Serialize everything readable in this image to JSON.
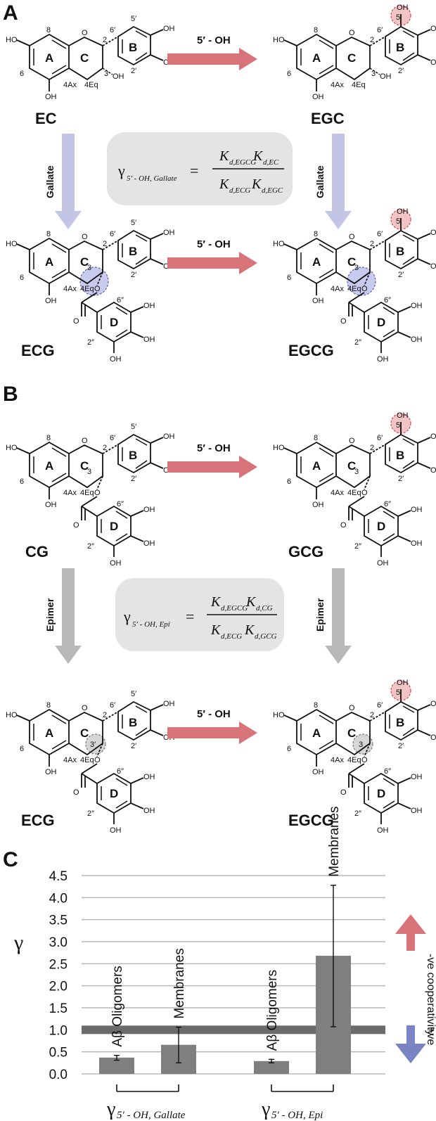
{
  "panel_a": {
    "letter": "A",
    "molecules": [
      "EC",
      "EGC",
      "ECG",
      "EGCG"
    ],
    "arrow_h": "5′ - OH",
    "arrow_v": "Gallate",
    "equation": {
      "gamma_sub": "5′ - OH, Gallate",
      "num1": "d,EGCG",
      "num2": "d,EC",
      "den1": "d,ECG",
      "den2": "d,EGC"
    }
  },
  "panel_b": {
    "letter": "B",
    "molecules": [
      "CG",
      "GCG",
      "ECG",
      "EGCG"
    ],
    "arrow_h": "5′ - OH",
    "arrow_v": "Epimer",
    "equation": {
      "gamma_sub": "5′ - OH, Epi",
      "num1": "d,EGCG",
      "num2": "d,CG",
      "den1": "d,ECG",
      "den2": "d,GCG"
    }
  },
  "atom_labels": {
    "oh": "OH",
    "ho": "HO",
    "o": "O",
    "ring_a": "A",
    "ring_b": "B",
    "ring_c": "C",
    "ring_d": "D",
    "n8": "8",
    "n6": "6",
    "n2": "2",
    "n3": "3",
    "n3p": "3′",
    "n5p": "5′",
    "n6p": "6′",
    "n2p": "2′",
    "n6pp": "6″",
    "n2pp": "2″",
    "ax": "4Ax",
    "eq": "4Eq"
  },
  "chart_data": {
    "letter": "C",
    "type": "bar",
    "ylabel": "γ",
    "ylim": [
      0,
      4.5
    ],
    "yticks": [
      0.0,
      0.5,
      1.0,
      1.5,
      2.0,
      2.5,
      3.0,
      3.5,
      4.0,
      4.5
    ],
    "reference_line": 1.0,
    "bars": [
      {
        "label": "Aβ Oligomers",
        "value": 0.37,
        "err_low": 0.31,
        "err_high": 0.42,
        "group": 0
      },
      {
        "label": "Membranes",
        "value": 0.66,
        "err_low": 0.25,
        "err_high": 1.06,
        "group": 0
      },
      {
        "label": "Aβ Oligomers",
        "value": 0.29,
        "err_low": 0.25,
        "err_high": 0.33,
        "group": 1
      },
      {
        "label": "Membranes",
        "value": 2.68,
        "err_low": 1.07,
        "err_high": 4.28,
        "group": 1
      }
    ],
    "groups": [
      {
        "gamma": "γ",
        "sub": "5′ - OH, Gallate"
      },
      {
        "gamma": "γ",
        "sub": "5′ - OH, Epi"
      }
    ],
    "side_up": "-ve cooperativity",
    "side_down": "+ve",
    "colors": {
      "bar": "#7f7f7f",
      "ref": "#6b6b6b",
      "up_arrow": "#d9737a",
      "down_arrow": "#7b84c2",
      "grid": "#b8b8b8"
    }
  },
  "colors": {
    "arrow_h": "#d9737a",
    "arrow_v_gallate": "#c2c6e4",
    "arrow_v_epimer": "#b8b8b8",
    "box": "#e4e4e4",
    "hl_red": "#f3c4c6",
    "hl_blue": "#c9cbee",
    "hl_grey": "#d6d6d6"
  }
}
